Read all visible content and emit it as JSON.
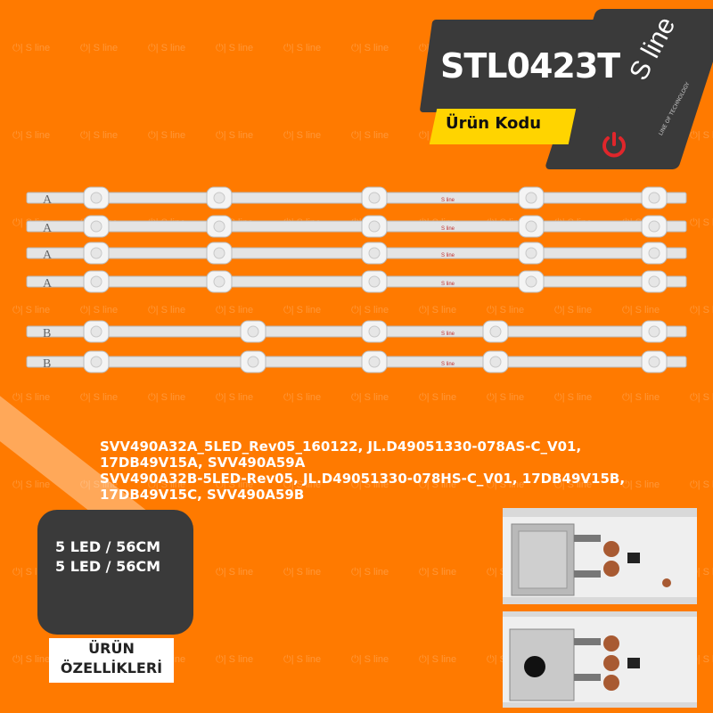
{
  "header": {
    "product_code": "STL0423T",
    "code_label": "Ürün Kodu"
  },
  "brand": {
    "name": "S line",
    "tagline": "LINE OF TECHNOLOGY",
    "watermark": "S line"
  },
  "strips": {
    "type_a_marker": "A",
    "type_b_marker": "B",
    "strip_logo": "S line"
  },
  "models": {
    "lines": [
      "SVV490A32A_5LED_Rev05_160122, JL.D49051330-078AS-C_V01,",
      "17DB49V15A, SVV490A59A",
      "SVV490A32B-5LED-Rev05, JL.D49051330-078HS-C_V01, 17DB49V15B,",
      "17DB49V15C, SVV490A59B"
    ]
  },
  "specs": {
    "line1": "5 LED / 56CM",
    "line2": "5 LED / 56CM",
    "label_line1": "ÜRÜN",
    "label_line2": "ÖZELLİKLERİ"
  },
  "colors": {
    "background": "#ff7a00",
    "dark_panel": "#3a3a3a",
    "accent_yellow": "#ffd400",
    "logo_red": "#e0262b"
  }
}
